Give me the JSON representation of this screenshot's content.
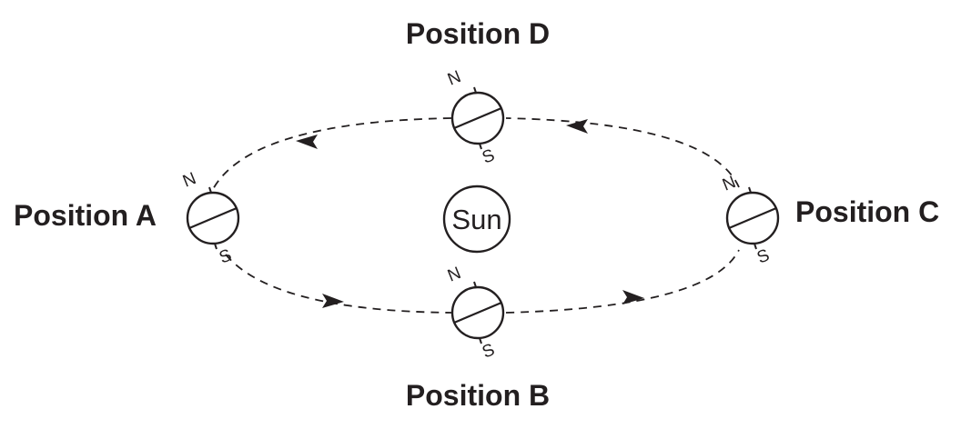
{
  "sun": {
    "label": "Sun"
  },
  "positions": [
    {
      "id": "a",
      "label": "Position A",
      "north": "N",
      "south": "S"
    },
    {
      "id": "b",
      "label": "Position B",
      "north": "N",
      "south": "S"
    },
    {
      "id": "c",
      "label": "Position C",
      "north": "N",
      "south": "S"
    },
    {
      "id": "d",
      "label": "Position D",
      "north": "N",
      "south": "S"
    }
  ],
  "orbit": {
    "direction": "counterclockwise",
    "style": "dashed"
  },
  "colors": {
    "ink": "#231f20",
    "background": "#ffffff"
  }
}
